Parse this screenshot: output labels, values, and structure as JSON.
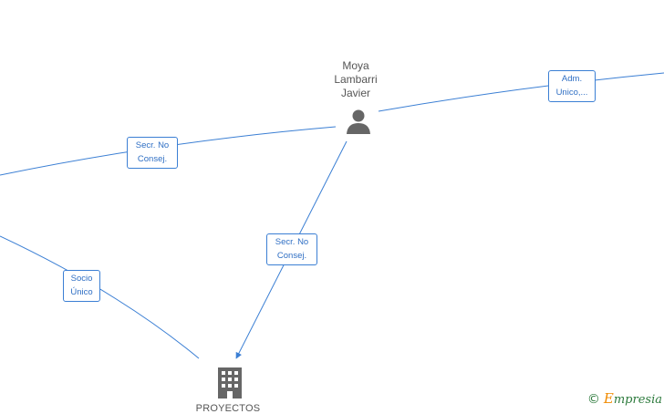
{
  "person": {
    "name_lines": [
      "Moya",
      "Lambarri",
      "Javier"
    ],
    "icon": "person-icon"
  },
  "company": {
    "name": "PROYECTOS",
    "icon": "building-icon"
  },
  "edges": [
    {
      "id": "adm",
      "lines": [
        "Adm.",
        "Unico,..."
      ]
    },
    {
      "id": "secr-left",
      "lines": [
        "Secr.  No",
        "Consej."
      ]
    },
    {
      "id": "secr-center",
      "lines": [
        "Secr.  No",
        "Consej."
      ]
    },
    {
      "id": "socio",
      "lines": [
        "Socio",
        "Único"
      ]
    }
  ],
  "brand": {
    "copyright": "©",
    "first_letter": "E",
    "rest": "mpresia"
  },
  "colors": {
    "edge": "#3b7fd4",
    "icon": "#666666",
    "brand_green": "#2c7a3c",
    "brand_orange": "#f08a00"
  }
}
